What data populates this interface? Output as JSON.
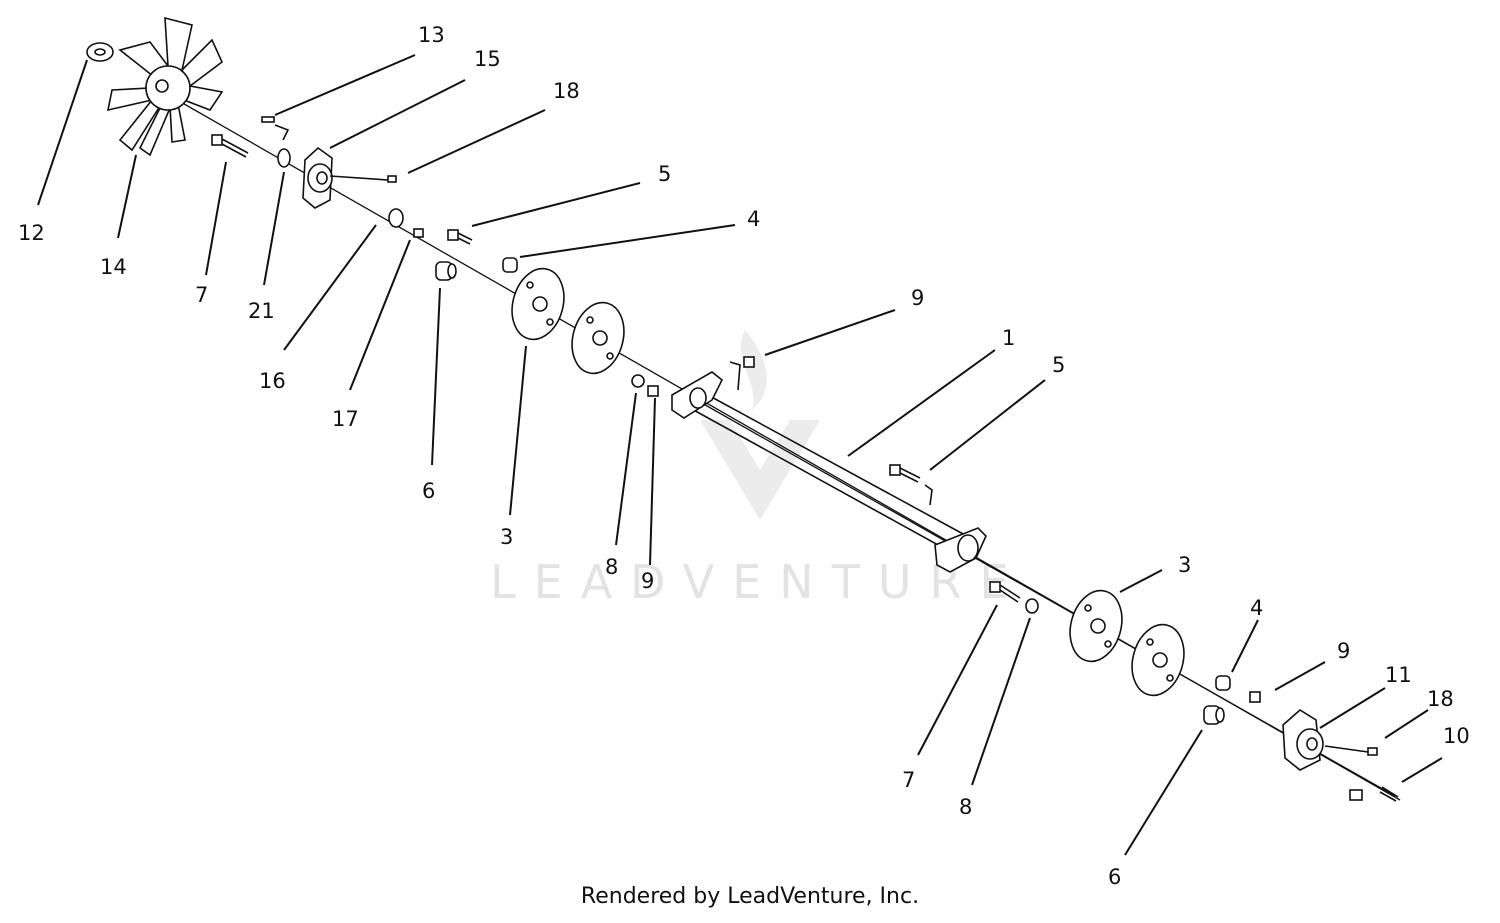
{
  "watermark": {
    "text": "LEADVENTURE"
  },
  "footer": {
    "text": "Rendered by LeadVenture, Inc."
  },
  "callouts": {
    "c12": "12",
    "c14": "14",
    "c13": "13",
    "c15": "15",
    "c18a": "18",
    "c7a": "7",
    "c21": "21",
    "c16": "16",
    "c17": "17",
    "c6a": "6",
    "c5a": "5",
    "c4a": "4",
    "c3a": "3",
    "c8a": "8",
    "c9a": "9",
    "c9b": "9",
    "c1": "1",
    "c5b": "5",
    "c3b": "3",
    "c7b": "7",
    "c8b": "8",
    "c4b": "4",
    "c9c": "9",
    "c11": "11",
    "c18b": "18",
    "c10": "10",
    "c6b": "6"
  }
}
